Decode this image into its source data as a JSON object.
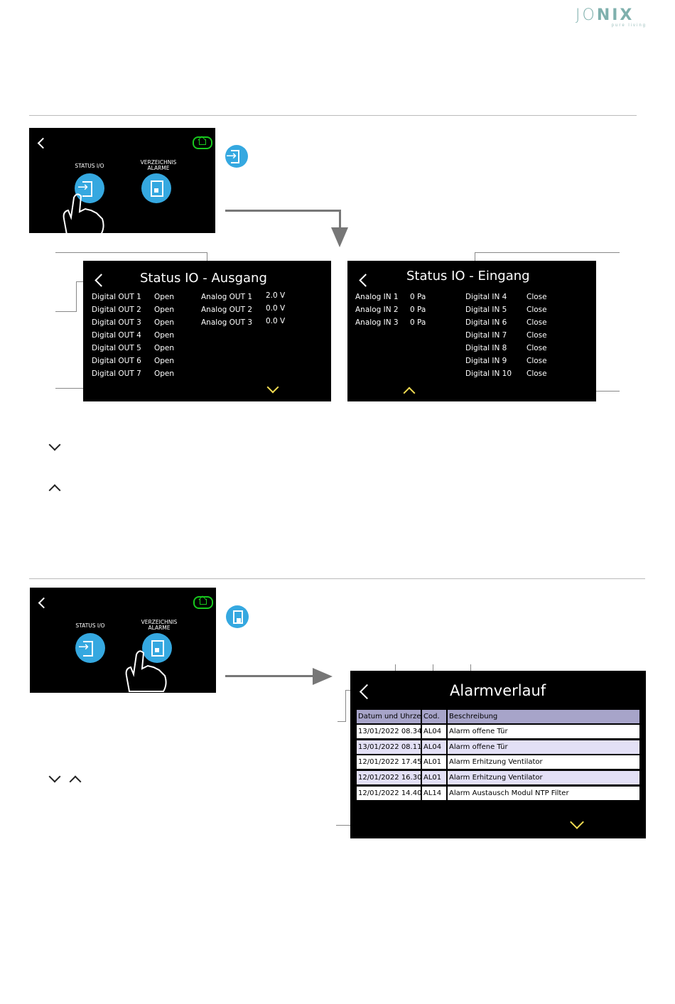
{
  "logo": {
    "main_left": "JO",
    "main_right": "NIX",
    "tagline": "pure living"
  },
  "section1": {
    "menu_screen": {
      "status_io_label": "STATUS I/O",
      "alarm_label_line1": "VERZEICHNIS",
      "alarm_label_line2": "ALARME"
    },
    "outputs_screen": {
      "title": "Status IO - Ausgang",
      "digital": [
        {
          "name": "Digital OUT 1",
          "value": "Open"
        },
        {
          "name": "Digital OUT 2",
          "value": "Open"
        },
        {
          "name": "Digital OUT 3",
          "value": "Open"
        },
        {
          "name": "Digital OUT 4",
          "value": "Open"
        },
        {
          "name": "Digital OUT 5",
          "value": "Open"
        },
        {
          "name": "Digital OUT 6",
          "value": "Open"
        },
        {
          "name": "Digital OUT 7",
          "value": "Open"
        }
      ],
      "analog": [
        {
          "name": "Analog OUT 1",
          "value": "2.0 V"
        },
        {
          "name": "Analog OUT 2",
          "value": "0.0 V"
        },
        {
          "name": "Analog OUT 3",
          "value": "0.0 V"
        }
      ]
    },
    "inputs_screen": {
      "title": "Status IO - Eingang",
      "analog": [
        {
          "name": "Analog IN 1",
          "value": "0 Pa"
        },
        {
          "name": "Analog IN 2",
          "value": "0 Pa"
        },
        {
          "name": "Analog IN 3",
          "value": "0 Pa"
        }
      ],
      "digital": [
        {
          "name": "Digital IN 4",
          "value": "Close"
        },
        {
          "name": "Digital IN 5",
          "value": "Close"
        },
        {
          "name": "Digital IN 6",
          "value": "Close"
        },
        {
          "name": "Digital IN 7",
          "value": "Close"
        },
        {
          "name": "Digital IN 8",
          "value": "Close"
        },
        {
          "name": "Digital IN 9",
          "value": "Close"
        },
        {
          "name": "Digital IN 10",
          "value": "Close"
        }
      ]
    }
  },
  "section2": {
    "menu_screen": {
      "status_io_label": "STATUS I/O",
      "alarm_label_line1": "VERZEICHNIS",
      "alarm_label_line2": "ALARME"
    },
    "alarm_screen": {
      "title": "Alarmverlauf",
      "headers": [
        "Datum und Uhrzeit",
        "Cod.",
        "Beschreibung"
      ],
      "rows": [
        [
          "13/01/2022 08.34",
          "AL04",
          "Alarm offene Tür"
        ],
        [
          "13/01/2022 08.11",
          "AL04",
          "Alarm offene Tür"
        ],
        [
          "12/01/2022 17.45",
          "AL01",
          "Alarm Erhitzung Ventilator"
        ],
        [
          "12/01/2022 16.30",
          "AL01",
          "Alarm Erhitzung Ventilator"
        ],
        [
          "12/01/2022 14.40",
          "AL14",
          "Alarm Austausch Modul NTP Filter"
        ]
      ]
    }
  },
  "colors": {
    "accent_blue": "#35a8e0",
    "home_green": "#18c81e",
    "scroll_yellow": "#f1dc52",
    "logo_teal": "#7fb0ad",
    "table_header": "#a7a4c9",
    "table_alt_row": "#e3e0f6"
  }
}
